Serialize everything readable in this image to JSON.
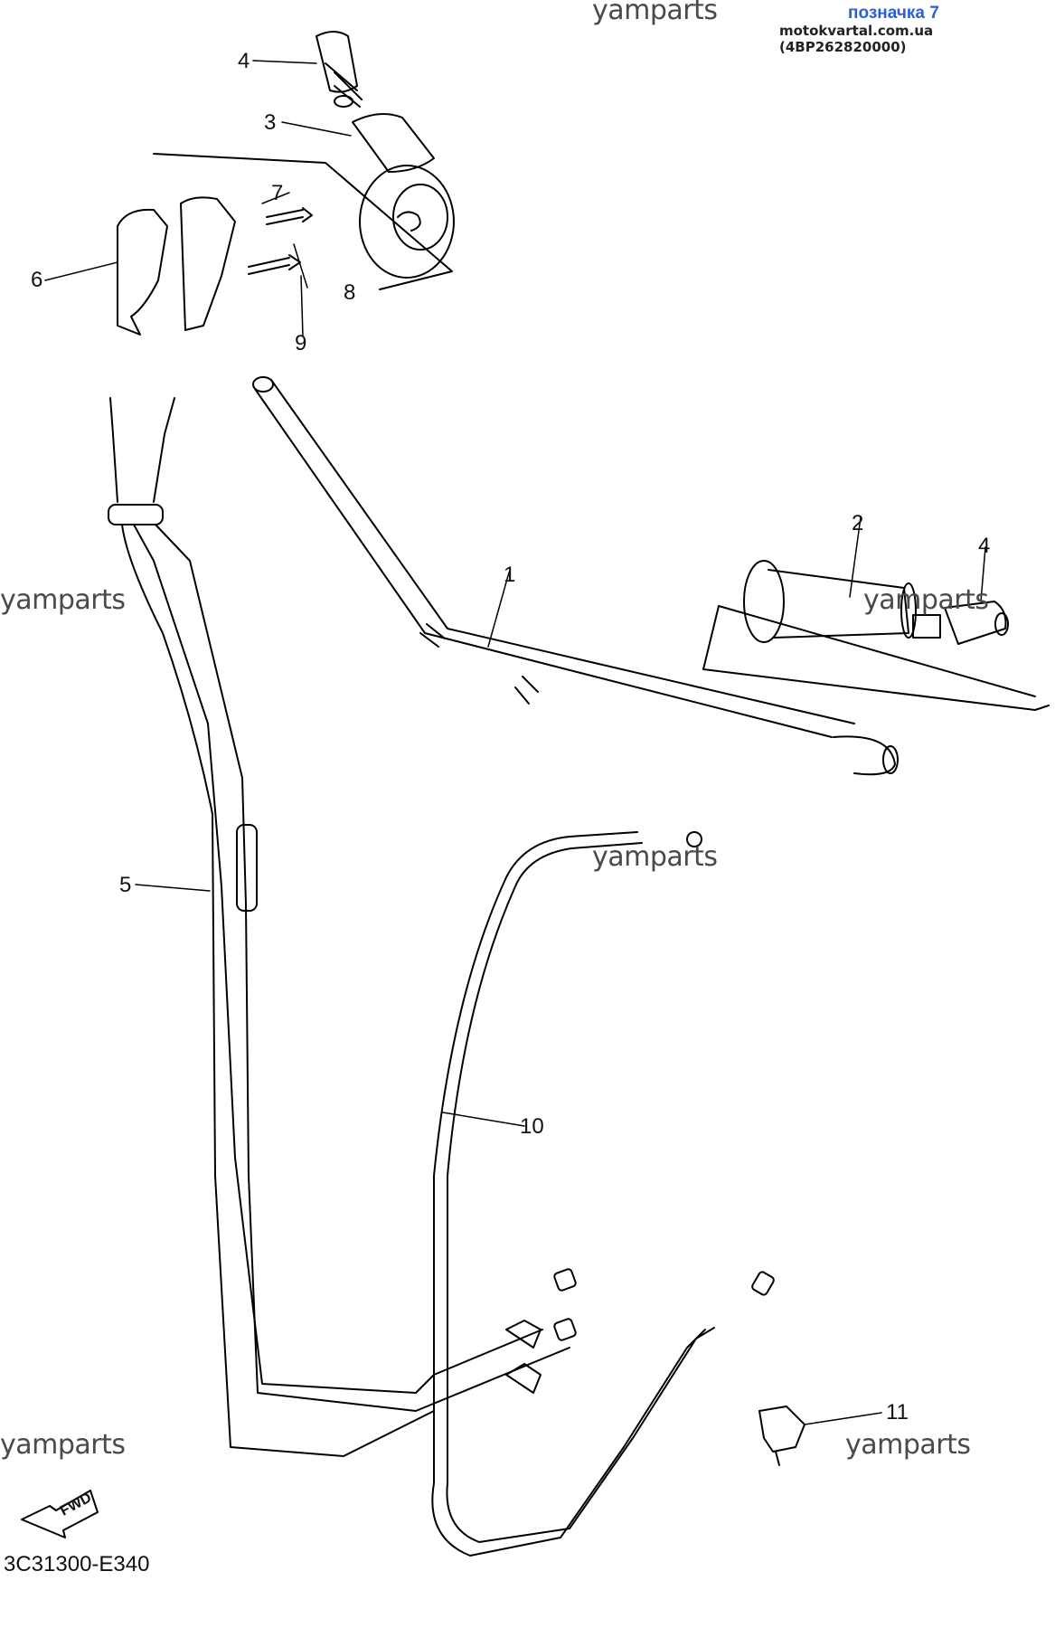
{
  "header": {
    "link_label": "позначка 7",
    "site_ref": "motokvartal.com.ua (4BP262820000)"
  },
  "watermarks": [
    "yamparts",
    "yamparts",
    "yamparts",
    "yamparts",
    "yamparts",
    "yamparts"
  ],
  "callouts": [
    "1",
    "2",
    "3",
    "4",
    "4",
    "5",
    "6",
    "7",
    "8",
    "9",
    "10",
    "11"
  ],
  "fwd_label": "FWD",
  "diagram_code": "3C31300-E340"
}
